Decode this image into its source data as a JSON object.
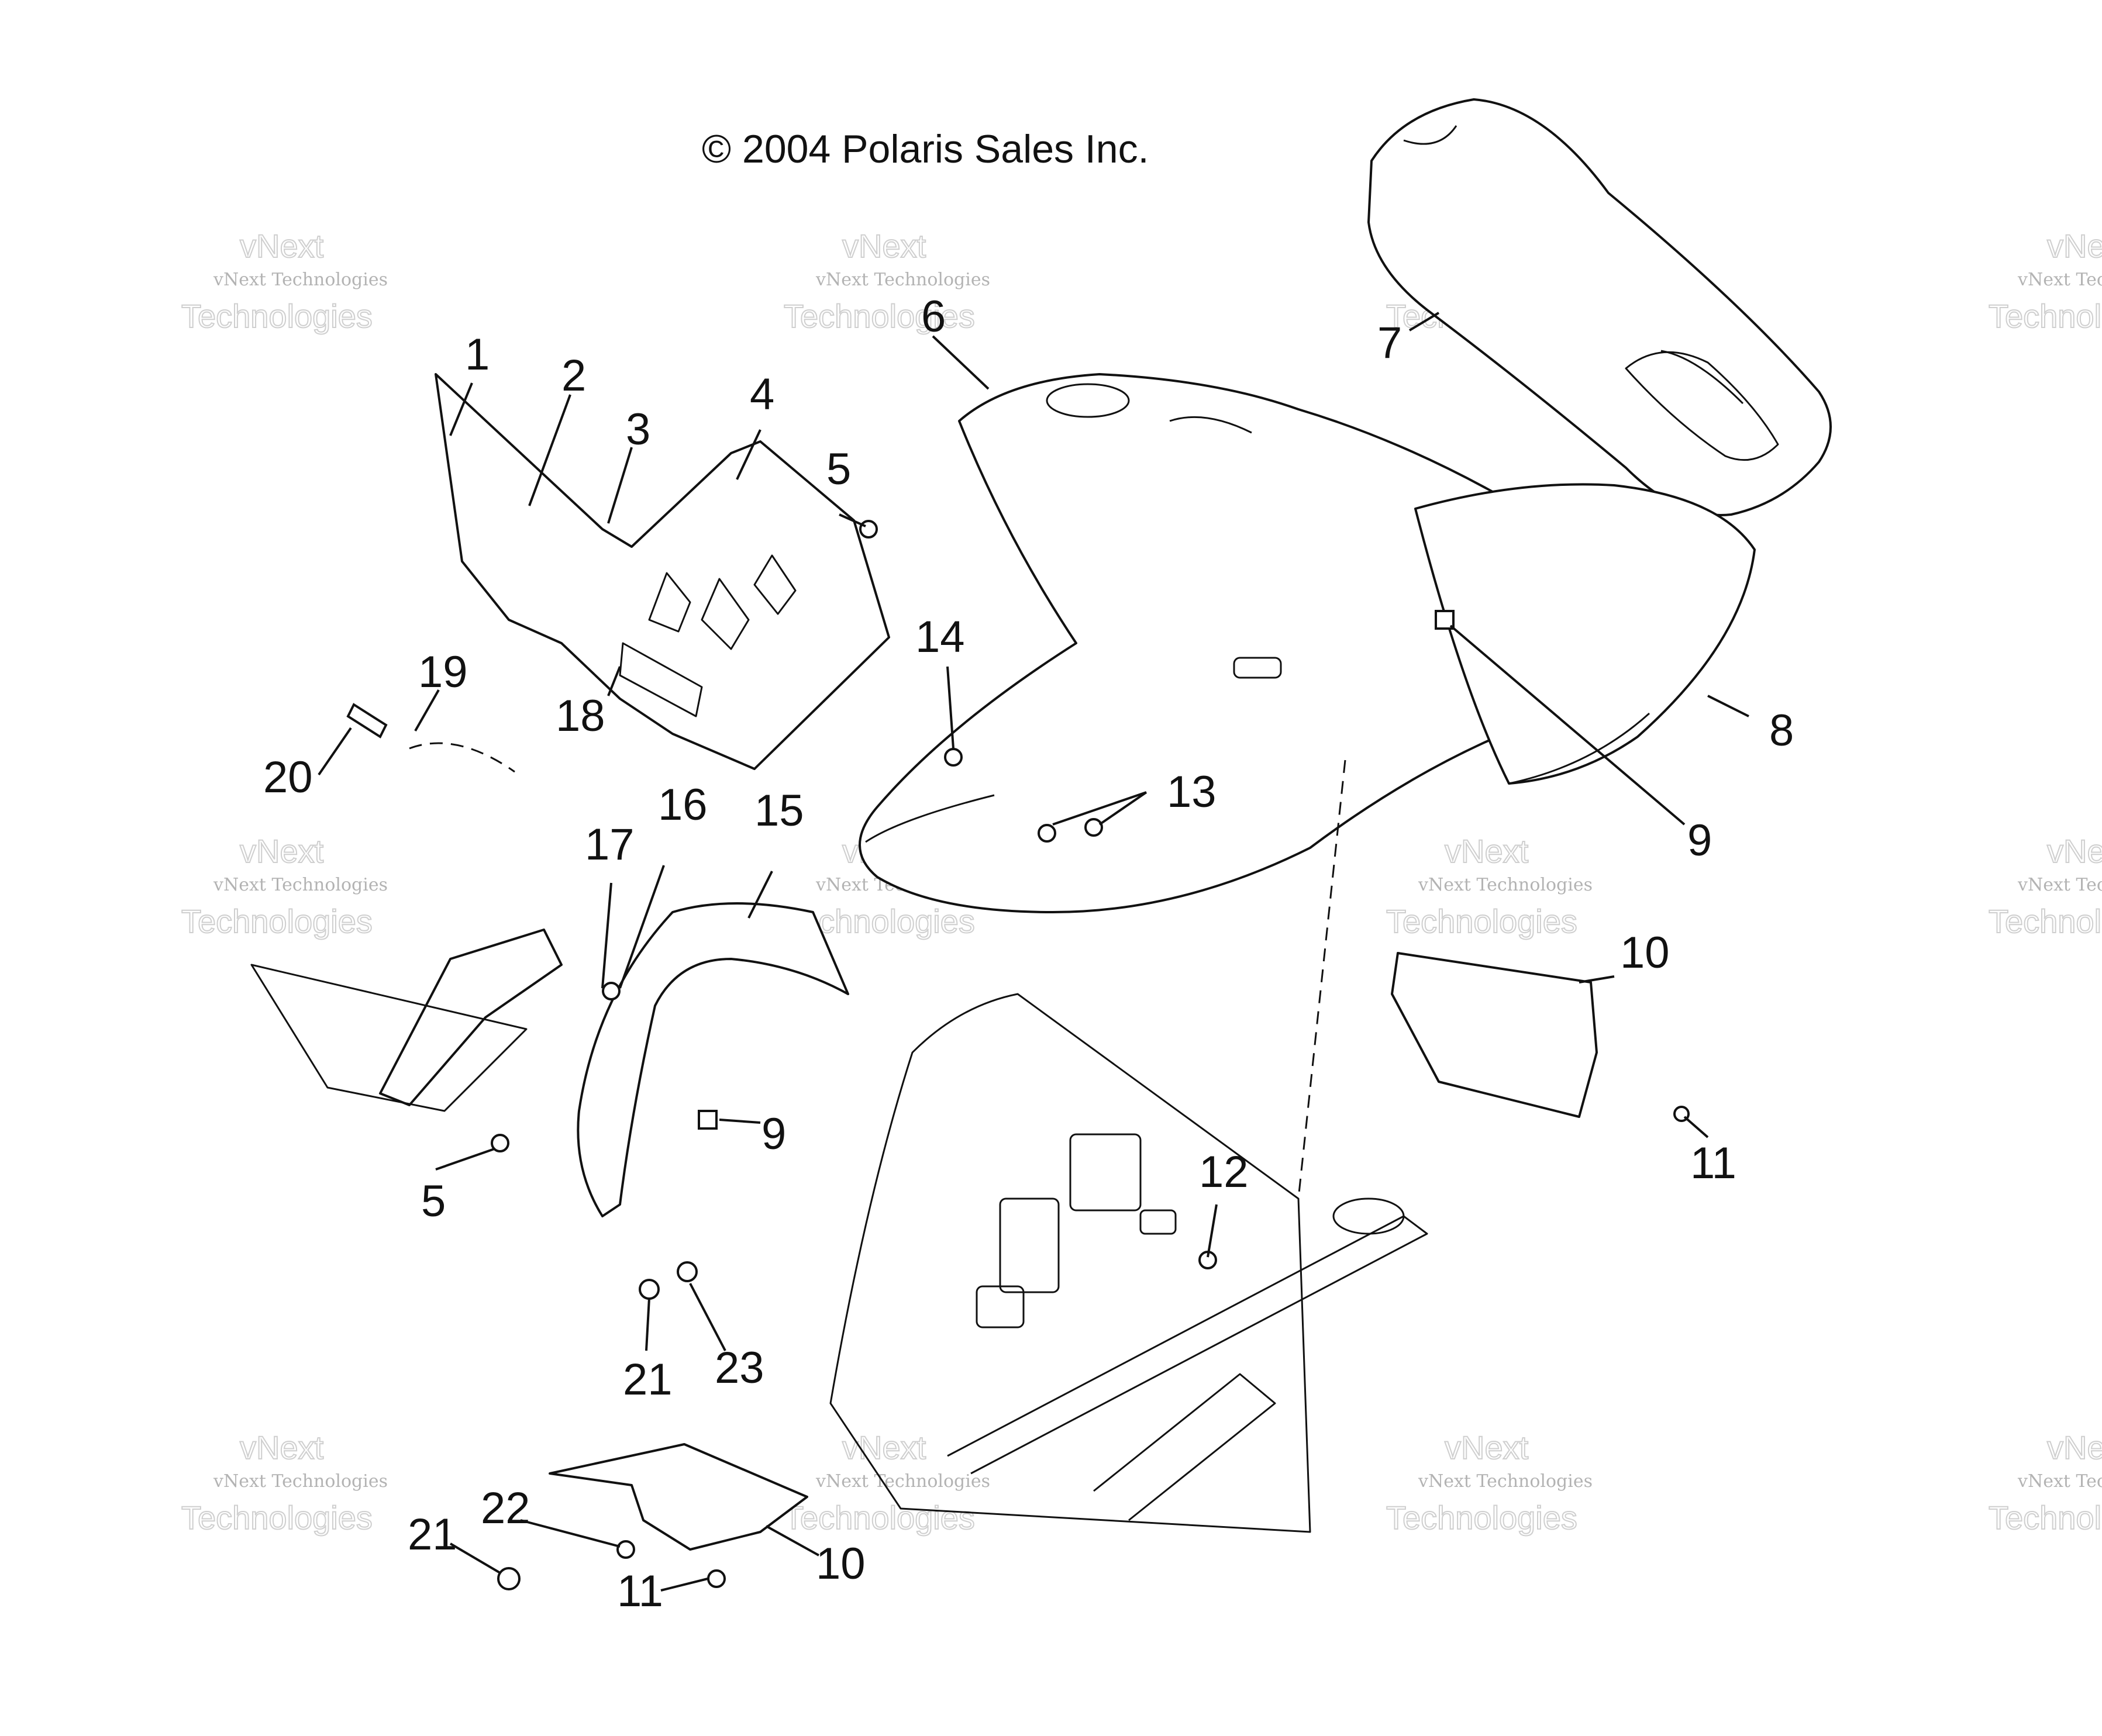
{
  "copyright": "© 2004 Polaris Sales Inc.",
  "watermark": {
    "brand": "vNext Technologies",
    "big_top": "vNext",
    "big_bottom": "Technologies"
  },
  "callouts": [
    "1",
    "2",
    "3",
    "4",
    "5",
    "6",
    "7",
    "8",
    "9",
    "14",
    "13",
    "18",
    "19",
    "20",
    "17",
    "16",
    "15",
    "10",
    "11",
    "9",
    "5",
    "12",
    "21",
    "23",
    "22",
    "10",
    "21",
    "11"
  ]
}
